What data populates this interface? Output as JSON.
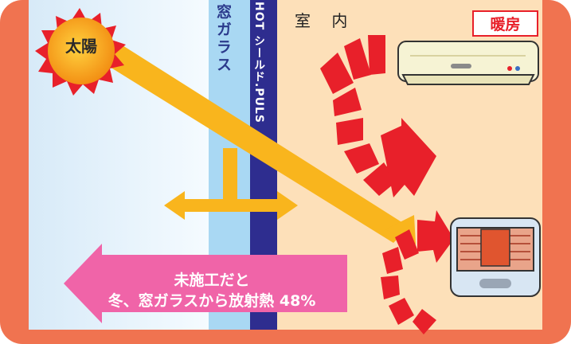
{
  "labels": {
    "sun": "太陽",
    "window_glass": "窓ガラス",
    "film": "HOT シールド.PULS",
    "room": "室 内",
    "heating": "暖房"
  },
  "callout": {
    "line1": "未施工だと",
    "line2": "冬、窓ガラスから放射熱 48%"
  },
  "colors": {
    "frame": "#f07350",
    "outside": "#e3f1fb",
    "glass": "#a9d8f3",
    "film": "#2e2d8f",
    "room": "#fde0b9",
    "sunbeam": "#f9b51d",
    "heat_arrow": "#e8202a",
    "callout": "#f064a8",
    "sun_core": "#f2a020",
    "sun_rays": "#e8202a"
  }
}
